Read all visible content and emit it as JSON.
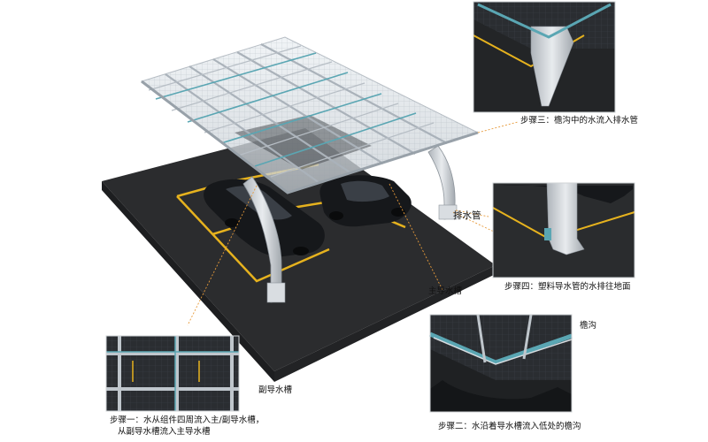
{
  "labels": {
    "step3": "步骤三：檐沟中的水流入排水管",
    "drain_pipe": "排水管",
    "step4": "步骤四：塑料导水管的水排往地面",
    "main_channel": "主导水槽",
    "gutter": "檐沟",
    "sub_channel": "副导水槽",
    "step1_line1": "步骤一：水从组件四周流入主/副导水槽，",
    "step1_line2": "从副导水槽流入主导水槽",
    "step2": "步骤二：水沿着导水槽流入低处的檐沟"
  },
  "colors": {
    "ground": "#2b2c2e",
    "parking_line": "#e6b21e",
    "frame": "#c9ced3",
    "channel": "#5aa6b3",
    "leader": "#e79a3a"
  }
}
